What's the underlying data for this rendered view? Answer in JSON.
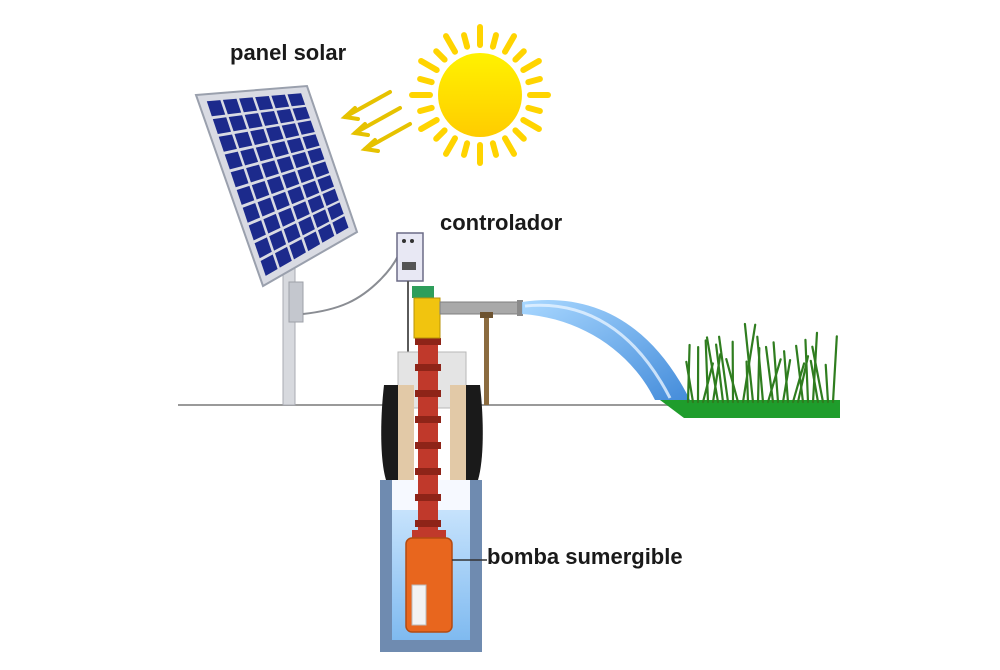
{
  "labels": {
    "solar_panel": "panel solar",
    "controller": "controlador",
    "submersible_pump": "bomba sumergible"
  },
  "colors": {
    "sun": "#ffd400",
    "sun_core": "#ffe600",
    "panel_cell": "#1c2a8c",
    "panel_frame": "#c9ccd6",
    "pipe_red": "#c0392b",
    "pipe_yellow": "#f1c40f",
    "water": "#3a8fe0",
    "grass": "#2e8b2e",
    "pump_body": "#e8661e"
  }
}
